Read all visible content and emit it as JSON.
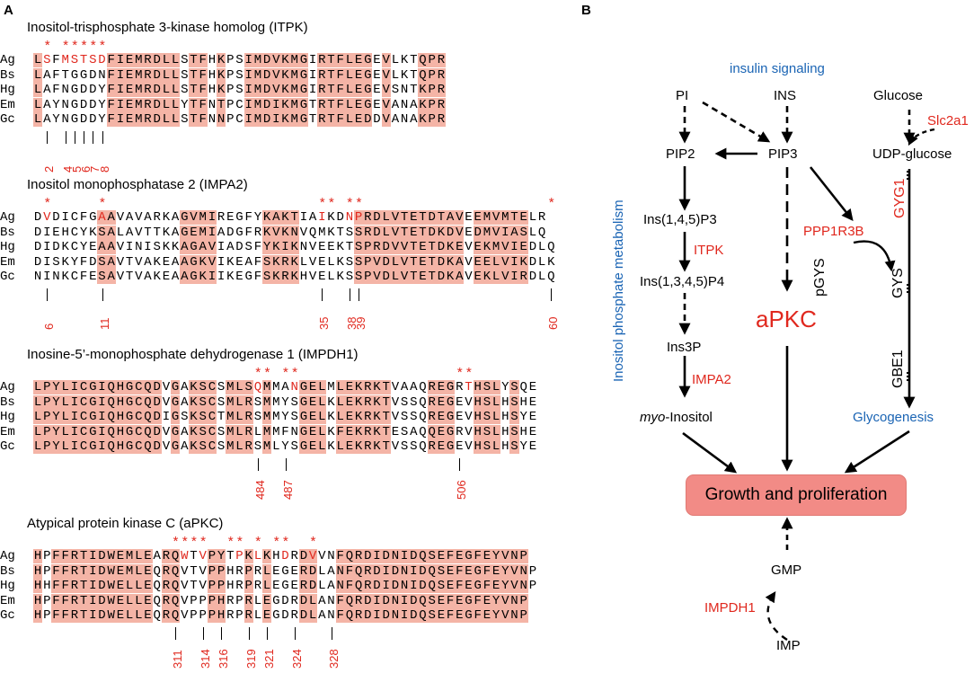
{
  "panel_a": {
    "letter": "A",
    "blocks": [
      {
        "title": "Inositol-trisphosphate 3-kinase homolog (ITPK)",
        "species": [
          "Ag",
          "Bs",
          "Hg",
          "Em",
          "Gc"
        ],
        "sequences": [
          "LSFMSTSDFIEMRDLLSTFHKPSIMDVKMGIRTFLEGEVLKTQPR",
          "LAFTGGDNFIEMRDLLSTFHKPSIMDVKMGIRTFLEGEVLKTQPR",
          "LAFNGDDYFIEMRDLLSTFHKPSIMDVKMGIRTFLEGEVSNTKPR",
          "LAYNGDDYFIEMRDLLYTFNTPCIMDIKMGTRTFLEGEVANAKPR",
          "LAYNGDDYFIEMRDLLSTFNNPCIMDIKMGTRTFLEDDVANAKPR"
        ],
        "highlight_cols": [
          0,
          8,
          9,
          10,
          11,
          12,
          13,
          14,
          15,
          17,
          18,
          20,
          23,
          24,
          25,
          26,
          27,
          28,
          29,
          31,
          32,
          33,
          34,
          35,
          36,
          38,
          42,
          43,
          44
        ],
        "red_cols": [
          1,
          3,
          4,
          5,
          6,
          7
        ],
        "star_cols": [
          1,
          3,
          4,
          5,
          6,
          7
        ],
        "ticks": [
          {
            "col": 1,
            "label": "2"
          },
          {
            "col": 3,
            "label": "4"
          },
          {
            "col": 4,
            "label": "5"
          },
          {
            "col": 5,
            "label": "6"
          },
          {
            "col": 6,
            "label": "7"
          },
          {
            "col": 7,
            "label": "8"
          }
        ]
      },
      {
        "title": "Inositol monophosphatase 2 (IMPA2)",
        "species": [
          "Ag",
          "Bs",
          "Hg",
          "Em",
          "Gc"
        ],
        "sequences": [
          "DVDICFGAAVAVARKAGVMIREGFYKAKTIAIKDNPRDLVTETDTAVEEMVMTELR",
          "DIEHCYKSALAVTTKAGEMIADGFRKVKNVQMKTSSRDLVTETDKDVEDMVIASLQ",
          "DIDKCYEAAVINISKKAGAVIADSFYKIKNVEEKTSPRDVVTETDKEVEKMVIEDLQ",
          "DISKYFDSAVTVAKEAAGKVIKEAFSKRKLVELKSSPVDLVTETDKAVEELVIKDLK",
          "NINKCFESAVTVAKEAAGKIIKEGFSKRKHVELKSSPVDLVTETDKAVEKLVIRDLQ"
        ],
        "highlight_cols": [
          7,
          8,
          16,
          17,
          18,
          19,
          25,
          26,
          27,
          28,
          35,
          36,
          37,
          38,
          39,
          40,
          41,
          42,
          43,
          44,
          45,
          46,
          48,
          49,
          50,
          51,
          52,
          53
        ],
        "red_cols": [
          1,
          7,
          31,
          34,
          35,
          56
        ],
        "star_cols": [
          1,
          7,
          31,
          32,
          34,
          35,
          56
        ],
        "ticks": [
          {
            "col": 1,
            "label": "6"
          },
          {
            "col": 7,
            "label": "11"
          },
          {
            "col": 31,
            "label": "35"
          },
          {
            "col": 34,
            "label": "38"
          },
          {
            "col": 35,
            "label": "39"
          },
          {
            "col": 56,
            "label": "60"
          }
        ]
      },
      {
        "title": "Inosine-5’-monophosphate dehydrogenase 1 (IMPDH1)",
        "species": [
          "Ag",
          "Bs",
          "Hg",
          "Em",
          "Gc"
        ],
        "sequences": [
          "LPYLICGIQHGCQDVGAKSCSMLSQMMANGELMLEKRKTVAAQREGRTHSLYSQE",
          "LPYLICGIQHGCQDVGAKSCSMLRSMMYSGELKLEKRKTVSSQREGEVHSLHSHE",
          "LPYLICGIQHGCQDIGSKSCTMLRSMMYSGELKLEKRKTVSSQREGEVHSLHSYE",
          "LPYLICGIQHGCQDVGAKSCSMLRLMMFNGELKFEKRKTESAQQEGRVHSLHSHE",
          "LPYLICGIQHGCQDVGAKSCSMLRSMLYSGELKLEKRKTVSSQREGEVHSLHSYE"
        ],
        "highlight_cols": [
          0,
          1,
          2,
          3,
          4,
          5,
          6,
          7,
          8,
          9,
          10,
          11,
          12,
          13,
          15,
          17,
          18,
          19,
          21,
          22,
          23,
          25,
          29,
          30,
          31,
          33,
          34,
          35,
          36,
          37,
          38,
          43,
          44,
          45,
          48,
          49,
          50,
          52
        ],
        "red_cols": [
          24,
          28,
          47
        ],
        "star_cols": [
          24,
          25,
          27,
          28,
          46,
          47
        ],
        "ticks": [
          {
            "col": 24,
            "label": "484"
          },
          {
            "col": 27,
            "label": "487"
          },
          {
            "col": 46,
            "label": "506"
          }
        ]
      },
      {
        "title": "Atypical protein kinase C (aPKC)",
        "species": [
          "Ag",
          "Bs",
          "Hg",
          "Em",
          "Gc"
        ],
        "sequences": [
          "HPFFRTIDWEMLEARQWTVPYTPKLKHDRDVVNFQRDIDNIDQSEFEGFEYVNP",
          "HPFFRTIDWEMLEQRQVTVPPHRPRLEGERDLANFQRDIDNIDQSEFEGFEYVNP",
          "HHFFRTIDWELLEQRQVTVPPHRPRLEGERDLANFQRDIDNIDQSEFEGFEYVNP",
          "HPFFRTIDWELLEQRQVPPPHRPRLEGDRDLANFQRDIDNIDQSEFEGFEYVNP",
          "HPFFRTIDWELLEQRQVPPPHRPRLEGDRDLANFQRDIDNIDQSEFEGFEYVNP"
        ],
        "highlight_cols": [
          0,
          2,
          3,
          4,
          5,
          6,
          7,
          8,
          9,
          10,
          11,
          12,
          14,
          15,
          19,
          20,
          23,
          25,
          29,
          30,
          33,
          34,
          35,
          36,
          37,
          38,
          39,
          40,
          41,
          42,
          43,
          44,
          45,
          46,
          47,
          48,
          49,
          50,
          51,
          52,
          53
        ],
        "red_cols": [
          16,
          18,
          22,
          24,
          27,
          30
        ],
        "star_cols": [
          15,
          16,
          17,
          18,
          21,
          22,
          24,
          26,
          27,
          30
        ],
        "ticks": [
          {
            "col": 15,
            "label": "311"
          },
          {
            "col": 18,
            "label": "314"
          },
          {
            "col": 20,
            "label": "316"
          },
          {
            "col": 23,
            "label": "319"
          },
          {
            "col": 25,
            "label": "321"
          },
          {
            "col": 28,
            "label": "324"
          },
          {
            "col": 32,
            "label": "328"
          }
        ]
      }
    ]
  },
  "panel_b": {
    "letter": "B",
    "insulin_signaling": "insulin signaling",
    "inositol_metabolism": "Inositol phosphate metabolism",
    "nodes": {
      "pi": "PI",
      "ins": "INS",
      "glucose": "Glucose",
      "slc2a1": "Slc2a1",
      "pip2": "PIP2",
      "pip3": "PIP3",
      "udp_glucose": "UDP-glucose",
      "gyg1": "GYG1",
      "ins145p3": "Ins(1,4,5)P3",
      "itpk": "ITPK",
      "ppp1r3b": "PPP1R3B",
      "pgys": "pGYS",
      "gys": "GYS",
      "ins1345p4": "Ins(1,3,4,5)P4",
      "apkc": "aPKC",
      "gbe1": "GBE1",
      "ins3p": "Ins3P",
      "impa2": "IMPA2",
      "myo_prefix": "myo",
      "myo_rest": "-Inositol",
      "glycogenesis": "Glycogenesis",
      "growth": "Growth and proliferation",
      "gmp": "GMP",
      "impdh1": "IMPDH1",
      "imp": "IMP"
    }
  }
}
